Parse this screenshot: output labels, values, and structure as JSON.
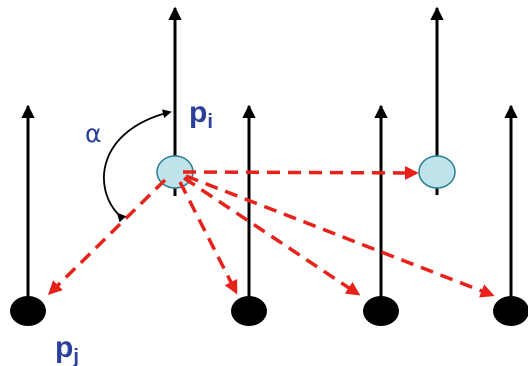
{
  "labels": {
    "pi_base": "p",
    "pi_sub": "i",
    "pj_base": "p",
    "pj_sub": "j",
    "angle": "α"
  },
  "colors": {
    "label": "#2b3f9c",
    "arrow": "#000000",
    "dashed": "#e8221a",
    "node_fill": "#bfe3ea",
    "node_stroke": "#2a7d96",
    "dot": "#000000"
  }
}
